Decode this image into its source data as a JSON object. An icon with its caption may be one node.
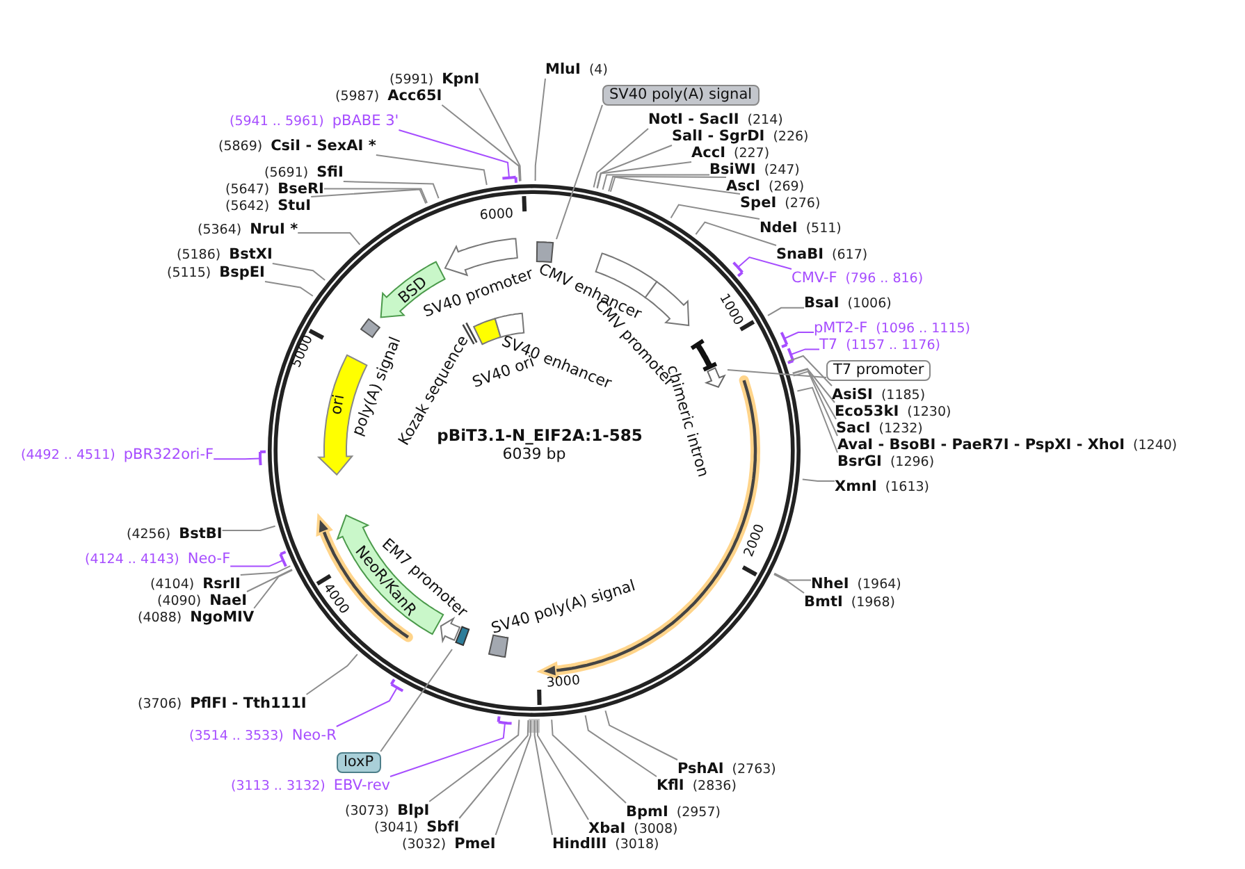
{
  "diagram": {
    "title": "pBiT3.1-N_EIF2A:1-585",
    "nodes": [
      {
        "text": [
          "(5991)",
          "KpnI"
        ]
      },
      {
        "text": [
          "(5987)",
          "Acc65I"
        ]
      },
      {
        "text": [
          "(5941 .. 5961)",
          "pBABE 3'"
        ]
      },
      {
        "text": [
          "(5869)",
          "CsiI - SexAI *"
        ]
      },
      {
        "text": [
          "(5691)",
          "SfiI"
        ]
      },
      {
        "text": [
          "(5647)",
          "BseRI"
        ]
      },
      {
        "text": [
          "(5642)",
          "StuI"
        ]
      },
      {
        "text": [
          "(5364)",
          "NruI *"
        ]
      },
      {
        "text": [
          "(5186)",
          "BstXI"
        ]
      },
      {
        "text": [
          "(5115)",
          "BspEI"
        ]
      },
      {
        "text": [
          "MluI",
          "(4)"
        ]
      },
      {
        "text": [
          "SV40 poly(A) signal"
        ]
      },
      {
        "text": [
          "NotI - SacII",
          "(214)"
        ]
      },
      {
        "text": [
          "SalI - SgrDI",
          "(226)"
        ]
      },
      {
        "text": [
          "AccI",
          "(227)"
        ]
      },
      {
        "text": [
          "BsiWI",
          "(247)"
        ]
      },
      {
        "text": [
          "AscI",
          "(269)"
        ]
      },
      {
        "text": [
          "SpeI",
          "(276)"
        ]
      },
      {
        "text": [
          "NdeI",
          "(511)"
        ]
      },
      {
        "text": [
          "SnaBI",
          "(617)"
        ]
      },
      {
        "text": [
          "CMV-F",
          "(796 .. 816)"
        ]
      },
      {
        "text": [
          "BsaI",
          "(1006)"
        ]
      },
      {
        "text": [
          "pMT2-F",
          "(1096 .. 1115)"
        ]
      },
      {
        "text": [
          "T7",
          "(1157 .. 1176)"
        ]
      },
      {
        "text": [
          "T7 promoter"
        ]
      },
      {
        "text": [
          "AsiSI",
          "(1185)"
        ]
      },
      {
        "text": [
          "Eco53kI",
          "(1230)"
        ]
      },
      {
        "text": [
          "SacI",
          "(1232)"
        ]
      },
      {
        "text": [
          "AvaI - BsoBI - PaeR7I - PspXI - XhoI",
          "(1240)"
        ]
      },
      {
        "text": [
          "BsrGI",
          "(1296)"
        ]
      },
      {
        "text": [
          "XmnI",
          "(1613)"
        ]
      },
      {
        "text": [
          "NheI",
          "(1964)"
        ]
      },
      {
        "text": [
          "BmtI",
          "(1968)"
        ]
      },
      {
        "text": [
          "(4492 .. 4511)",
          "pBR322ori-F"
        ]
      },
      {
        "text": [
          "(4256)",
          "BstBI"
        ]
      },
      {
        "text": [
          "(4124 .. 4143)",
          "Neo-F"
        ]
      },
      {
        "text": [
          "(4104)",
          "RsrII"
        ]
      },
      {
        "text": [
          "(4090)",
          "NaeI"
        ]
      },
      {
        "text": [
          "(4088)",
          "NgoMIV"
        ]
      },
      {
        "text": [
          "(3706)",
          "PflFI - Tth111I"
        ]
      },
      {
        "text": [
          "(3514 .. 3533)",
          "Neo-R"
        ]
      },
      {
        "text": [
          "loxP"
        ]
      },
      {
        "text": [
          "(3113 .. 3132)",
          "EBV-rev"
        ]
      },
      {
        "text": [
          "(3073)",
          "BlpI"
        ]
      },
      {
        "text": [
          "(3041)",
          "SbfI"
        ]
      },
      {
        "text": [
          "(3032)",
          "PmeI"
        ]
      },
      {
        "text": [
          "PshAI",
          "(2763)"
        ]
      },
      {
        "text": [
          "KflI",
          "(2836)"
        ]
      },
      {
        "text": [
          "BpmI",
          "(2957)"
        ]
      },
      {
        "text": [
          "XbaI",
          "(3008)"
        ]
      },
      {
        "text": [
          "HindIII",
          "(3018)"
        ]
      },
      {
        "text": [],
        "shape": "box"
      },
      {
        "text": [],
        "shape": "arrow",
        "beside": [
          "SV40 promoter"
        ]
      },
      {
        "text": [
          "BSD"
        ]
      },
      {
        "text": [],
        "shape": "box",
        "beside": [
          "poly(A) signal"
        ]
      },
      {
        "text": [
          "ori"
        ]
      },
      {
        "text": [],
        "shape": "box",
        "beside": [
          "CMV enhancer"
        ]
      },
      {
        "text": [],
        "shape": "arrow",
        "beside": [
          "CMV promoter"
        ]
      },
      {
        "text": [],
        "shape": "bar",
        "beside": [
          "Kozak sequence"
        ]
      },
      {
        "text": [],
        "shape": "box",
        "beside": [
          "SV40 ori"
        ]
      },
      {
        "text": [],
        "shape": "box",
        "beside": [
          "SV40 enhancer"
        ]
      },
      {
        "text": [],
        "shape": "bar",
        "beside": [
          "chimeric intron"
        ]
      },
      {
        "text": [],
        "shape": "arrow"
      },
      {
        "text": [],
        "shape": "box",
        "beside": [
          "SV40 poly(A) signal"
        ]
      },
      {
        "text": [],
        "shape": "box"
      },
      {
        "text": [],
        "shape": "arrow",
        "beside": [
          "EM7 promoter"
        ]
      },
      {
        "text": [
          "NeoR/KanR"
        ]
      }
    ],
    "edges": [
      {
        "from": 0,
        "to": null,
        "arrow": "none"
      },
      {
        "from": 1,
        "to": null,
        "arrow": "none"
      },
      {
        "from": 2,
        "to": null,
        "arrow": "none",
        "color": "#a64dff"
      },
      {
        "from": 3,
        "to": null,
        "arrow": "none"
      },
      {
        "from": 4,
        "to": null,
        "arrow": "none"
      },
      {
        "from": 5,
        "to": null,
        "arrow": "none"
      },
      {
        "from": 6,
        "to": null,
        "arrow": "none"
      },
      {
        "from": 7,
        "to": null,
        "arrow": "none"
      },
      {
        "from": 8,
        "to": null,
        "arrow": "none"
      },
      {
        "from": 9,
        "to": null,
        "arrow": "none"
      },
      {
        "from": 10,
        "to": null,
        "arrow": "none"
      },
      {
        "from": 11,
        "to": 51,
        "arrow": "none"
      },
      {
        "from": 12,
        "to": null,
        "arrow": "none"
      },
      {
        "from": 13,
        "to": null,
        "arrow": "none"
      },
      {
        "from": 14,
        "to": null,
        "arrow": "none"
      },
      {
        "from": 15,
        "to": null,
        "arrow": "none"
      },
      {
        "from": 16,
        "to": null,
        "arrow": "none"
      },
      {
        "from": 17,
        "to": null,
        "arrow": "none"
      },
      {
        "from": 18,
        "to": null,
        "arrow": "none"
      },
      {
        "from": 19,
        "to": null,
        "arrow": "none"
      },
      {
        "from": 20,
        "to": null,
        "arrow": "none",
        "color": "#a64dff"
      },
      {
        "from": 21,
        "to": null,
        "arrow": "none"
      },
      {
        "from": 22,
        "to": null,
        "arrow": "none",
        "color": "#a64dff"
      },
      {
        "from": 23,
        "to": null,
        "arrow": "none",
        "color": "#a64dff"
      },
      {
        "from": 24,
        "to": 62,
        "arrow": "none"
      },
      {
        "from": 25,
        "to": null,
        "arrow": "none"
      },
      {
        "from": 26,
        "to": null,
        "arrow": "none"
      },
      {
        "from": 27,
        "to": null,
        "arrow": "none"
      },
      {
        "from": 28,
        "to": null,
        "arrow": "none"
      },
      {
        "from": 29,
        "to": null,
        "arrow": "none"
      },
      {
        "from": 30,
        "to": null,
        "arrow": "none"
      },
      {
        "from": 31,
        "to": null,
        "arrow": "none"
      },
      {
        "from": 32,
        "to": null,
        "arrow": "none"
      },
      {
        "from": 33,
        "to": null,
        "arrow": "none",
        "color": "#a64dff"
      },
      {
        "from": 34,
        "to": null,
        "arrow": "none"
      },
      {
        "from": 35,
        "to": null,
        "arrow": "none",
        "color": "#a64dff"
      },
      {
        "from": 36,
        "to": null,
        "arrow": "none"
      },
      {
        "from": 37,
        "to": null,
        "arrow": "none"
      },
      {
        "from": 38,
        "to": null,
        "arrow": "none"
      },
      {
        "from": 39,
        "to": null,
        "arrow": "none"
      },
      {
        "from": 40,
        "to": null,
        "arrow": "none",
        "color": "#a64dff"
      },
      {
        "from": 41,
        "to": 64,
        "arrow": "none"
      },
      {
        "from": 42,
        "to": null,
        "arrow": "none",
        "color": "#a64dff"
      },
      {
        "from": 43,
        "to": null,
        "arrow": "none"
      },
      {
        "from": 44,
        "to": null,
        "arrow": "none"
      },
      {
        "from": 45,
        "to": null,
        "arrow": "none"
      },
      {
        "from": 46,
        "to": null,
        "arrow": "none"
      },
      {
        "from": 47,
        "to": null,
        "arrow": "none"
      },
      {
        "from": 48,
        "to": null,
        "arrow": "none"
      },
      {
        "from": 49,
        "to": null,
        "arrow": "none"
      },
      {
        "from": 50,
        "to": null,
        "arrow": "none"
      }
    ],
    "labels": [
      "6039 bp",
      "1000",
      "2000",
      "3000",
      "4000",
      "5000",
      "6000"
    ]
  }
}
